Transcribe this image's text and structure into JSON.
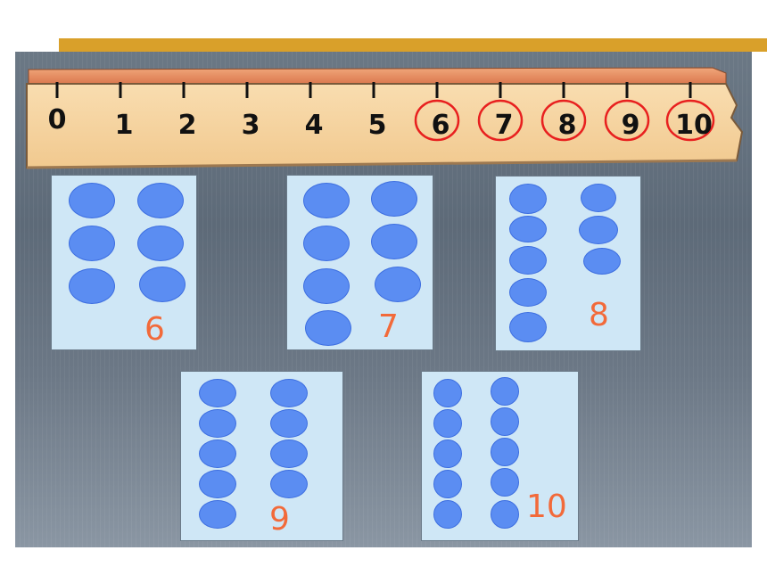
{
  "ruler": {
    "labels": [
      "0",
      "1",
      "2",
      "3",
      "4",
      "5",
      "6",
      "7",
      "8",
      "9",
      "10"
    ],
    "circled": [
      "6",
      "7",
      "8",
      "9",
      "10"
    ],
    "circle_color": "#e8201f"
  },
  "cards": [
    {
      "number": "6",
      "dots": 6
    },
    {
      "number": "7",
      "dots": 7
    },
    {
      "number": "8",
      "dots": 8
    },
    {
      "number": "9",
      "dots": 9
    },
    {
      "number": "10",
      "dots": 10
    }
  ],
  "colors": {
    "accent_bar": "#d9a02a",
    "dot": "#5b8df2",
    "number": "#f26a3a",
    "card_bg": "#cfe7f6"
  }
}
